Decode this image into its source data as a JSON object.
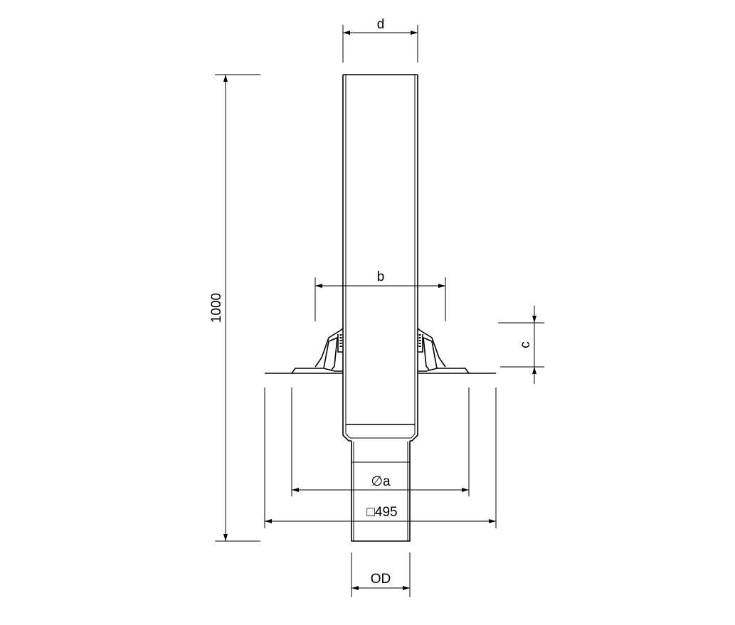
{
  "drawing": {
    "dim_top_width": "d",
    "dim_collar_width": "b",
    "dim_height": "1000",
    "dim_collar_height": "c",
    "dim_inner_diameter": "∅a",
    "dim_flange_square": "□495",
    "dim_outer_diameter": "OD"
  }
}
